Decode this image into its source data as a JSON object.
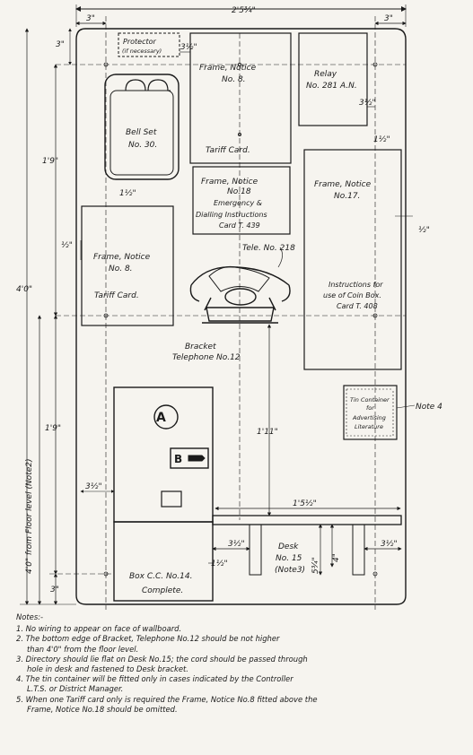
{
  "dimensions": {
    "total_width": "2'5¾\"",
    "left_margin": "3\"",
    "right_margin": "3\"",
    "top_gap": "3\"",
    "protector_gap": "3½\"",
    "relay_gap": "3½\"",
    "gap_1_5": "1½\"",
    "gap_1_5b": "1½\"",
    "gap_1_5c": "1½\"",
    "gap_half": "½\"",
    "gap_half_b": "½\"",
    "upper_height": "1'9\"",
    "total_height": "4'0\"",
    "lower_height": "1'9\"",
    "floor_level": "4'0\" from Floor level (Note2)",
    "bottom_gap": "3\"",
    "box_gap": "3½\"",
    "bracket_height": "1'11\"",
    "desk_width": "1'5½\"",
    "desk_left": "3½\"",
    "desk_right": "3½\"",
    "desk_depth": "5¾\"",
    "desk_leg": "4\""
  },
  "labels": {
    "protector_1": "Protector",
    "protector_2": "(if necessary)",
    "frame8_top_1": "Frame, Notice",
    "frame8_top_2": "No. 8.",
    "frame8_top_3": "Tariff Card.",
    "relay_1": "Relay",
    "relay_2": "No. 281 A.N.",
    "bellset_1": "Bell Set",
    "bellset_2": "No. 30.",
    "frame18_1": "Frame, Notice",
    "frame18_2": "No.18",
    "frame18_3": "Emergency &",
    "frame18_4": "Dialling Instructions",
    "frame18_5": "Card T. 439",
    "frame17_1": "Frame, Notice",
    "frame17_2": "No.17.",
    "frame17_3": "Instructions for",
    "frame17_4": "use of Coin Box.",
    "frame17_5": "Card T. 408",
    "frame8_left_1": "Frame, Notice",
    "frame8_left_2": "No. 8.",
    "frame8_left_3": "Tariff Card.",
    "tele": "Tele. No. 218",
    "bracket_1": "Bracket",
    "bracket_2": "Telephone No.12",
    "tin_1": "Tin Container",
    "tin_2": "for",
    "tin_3": "Advertising",
    "tin_4": "Literature",
    "note4": "Note 4",
    "button_a": "A",
    "button_b": "B",
    "box_1": "Box C.C. No.14.",
    "box_2": "Complete.",
    "desk_1": "Desk",
    "desk_2": "No. 15",
    "desk_3": "(Note3)"
  },
  "notes": {
    "heading": "Notes:-",
    "n1": "1.  No wiring to appear on face of wallboard.",
    "n2a": "2.  The bottom edge of Bracket, Telephone No.12 should be not higher",
    "n2b": "than 4'0\" from the floor level.",
    "n3a": "3.  Directory should lie flat on Desk No.15; the cord should be passed through",
    "n3b": "hole in desk and fastened to Desk bracket.",
    "n4a": "4.  The tin container will be fitted only in cases indicated by the Controller",
    "n4b": "L.T.S. or District Manager.",
    "n5a": "5. When one Tariff card only is required the Frame, Notice No.8 fitted above the",
    "n5b": "Frame, Notice No.18 should be omitted."
  }
}
